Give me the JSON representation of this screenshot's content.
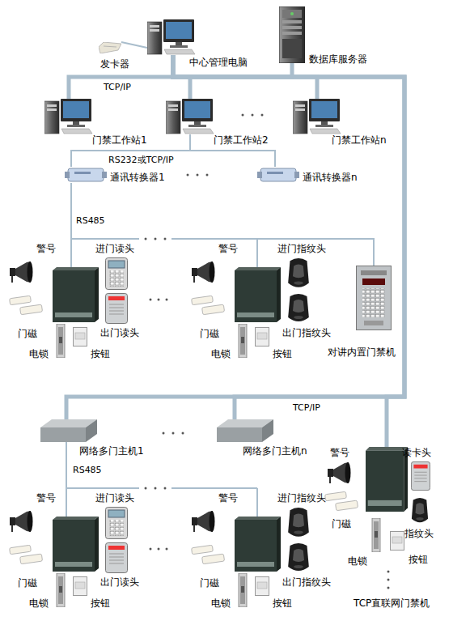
{
  "diagram": {
    "nodes": [
      {
        "text": [
          "发卡器"
        ]
      },
      {
        "text": [
          "中心管理电脑"
        ]
      },
      {
        "text": [
          "数据库服务器"
        ]
      },
      {
        "text": [
          "门禁工作站1"
        ]
      },
      {
        "text": [
          "门禁工作站2"
        ]
      },
      {
        "text": [
          "门禁工作站n"
        ]
      },
      {
        "text": [
          "通讯转换器1"
        ]
      },
      {
        "text": [
          "通讯转换器n"
        ]
      },
      {
        "text": [
          "警号"
        ]
      },
      {
        "text": [
          "进门读头"
        ]
      },
      {
        "text": [
          "门磁"
        ]
      },
      {
        "text": [
          "出门读头"
        ]
      },
      {
        "text": [
          "电锁"
        ]
      },
      {
        "text": [
          "按钮"
        ]
      },
      {
        "text": [
          "警号"
        ]
      },
      {
        "text": [
          "进门指纹头"
        ]
      },
      {
        "text": [
          "门磁"
        ]
      },
      {
        "text": [
          "出门指纹头"
        ]
      },
      {
        "text": [
          "电锁"
        ]
      },
      {
        "text": [
          "按钮"
        ]
      },
      {
        "text": [
          "对讲内置门禁机"
        ]
      },
      {
        "text": [
          "网络多门主机1"
        ]
      },
      {
        "text": [
          "网络多门主机n"
        ]
      },
      {
        "text": [
          "警号"
        ]
      },
      {
        "text": [
          "进门读头"
        ]
      },
      {
        "text": [
          "门磁"
        ]
      },
      {
        "text": [
          "出门读头"
        ]
      },
      {
        "text": [
          "电锁"
        ]
      },
      {
        "text": [
          "按钮"
        ]
      },
      {
        "text": [
          "警号"
        ]
      },
      {
        "text": [
          "进门指纹头"
        ]
      },
      {
        "text": [
          "门磁"
        ]
      },
      {
        "text": [
          "出门指纹头"
        ]
      },
      {
        "text": [
          "电锁"
        ]
      },
      {
        "text": [
          "按钮"
        ]
      },
      {
        "text": [
          "TCP直联网门禁机"
        ]
      },
      {
        "text": [
          "警号"
        ]
      },
      {
        "text": [
          "读卡头"
        ]
      },
      {
        "text": [
          "门磁"
        ]
      },
      {
        "text": [
          "指纹头"
        ]
      },
      {
        "text": [
          "电锁"
        ]
      },
      {
        "text": [
          "按钮"
        ]
      }
    ],
    "edges": [
      {
        "from": 1,
        "to": 0,
        "arrow": "none"
      },
      {
        "from": 1,
        "to": 2,
        "arrow": "none"
      },
      {
        "from": 1,
        "to": 3,
        "arrow": "none"
      },
      {
        "from": 1,
        "to": 4,
        "arrow": "none"
      },
      {
        "from": 1,
        "to": 5,
        "arrow": "none"
      },
      {
        "from": 4,
        "to": 6,
        "arrow": "none"
      },
      {
        "from": 4,
        "to": 7,
        "arrow": "none"
      },
      {
        "from": 6,
        "to": 20,
        "arrow": "none"
      },
      {
        "from": 1,
        "to": 21,
        "arrow": "none"
      },
      {
        "from": 1,
        "to": 22,
        "arrow": "none"
      },
      {
        "from": 1,
        "to": 35,
        "arrow": "none"
      }
    ],
    "labels": [
      "TCP/IP",
      "RS232或TCP/IP",
      "RS485",
      "TCP/IP",
      "RS485"
    ]
  }
}
